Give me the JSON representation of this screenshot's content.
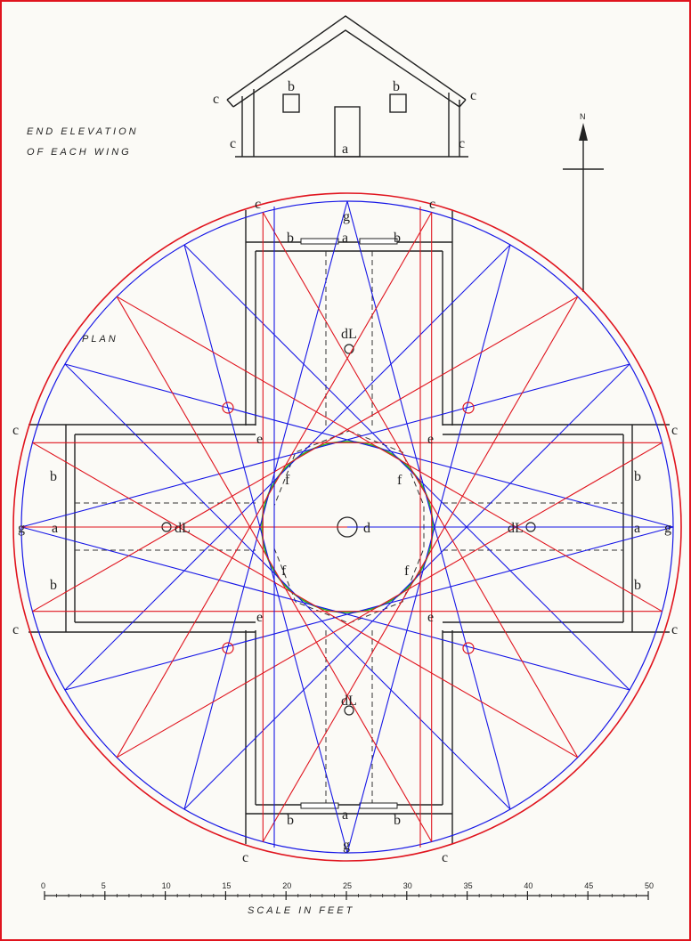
{
  "elevation": {
    "caption_line1": "END ELEVATION",
    "caption_line2": "OF EACH WING",
    "label_a": "a",
    "label_b": "b",
    "label_c": "c"
  },
  "plan": {
    "title": "PLAN",
    "label_a": "a",
    "label_b": "b",
    "label_c": "c",
    "label_d": "d",
    "label_dl": "dL",
    "label_e": "e",
    "label_f": "f",
    "label_g": "g"
  },
  "compass": {
    "north": "N"
  },
  "scale": {
    "caption": "SCALE  IN  FEET",
    "ticks": [
      "0",
      "5",
      "10",
      "15",
      "20",
      "25",
      "30",
      "35",
      "40",
      "45",
      "50"
    ]
  },
  "colors": {
    "outer_circle": "#e0141e",
    "red_star": "#e0141e",
    "blue_star": "#1616e6",
    "inner_circle": "#22bb22",
    "frame": "#e0141e"
  }
}
